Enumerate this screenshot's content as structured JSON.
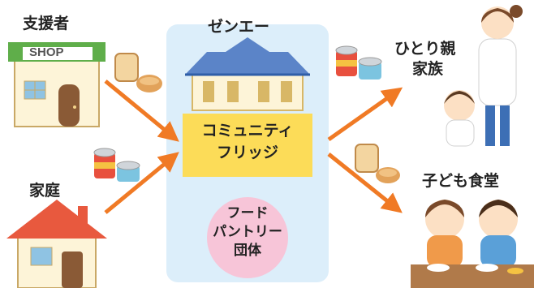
{
  "supporter": {
    "label": "支援者",
    "shop_sign": "SHOP"
  },
  "household": {
    "label": "家庭"
  },
  "center": {
    "title": "ゼンエー",
    "fridge_line1": "コミュニティ",
    "fridge_line2": "フリッジ",
    "pantry_line1": "フード",
    "pantry_line2": "パントリー",
    "pantry_line3": "団体"
  },
  "single_parent": {
    "line1": "ひとり親",
    "line2": "家族"
  },
  "kids_cafeteria": {
    "label": "子ども食堂"
  },
  "colors": {
    "arrow": "#f07a25",
    "center_bg": "#dceefa",
    "fridge_box": "#fcdc58",
    "pantry_circle": "#f7c5d8",
    "roof_blue": "#5b84c8",
    "house_red": "#e8593e"
  }
}
